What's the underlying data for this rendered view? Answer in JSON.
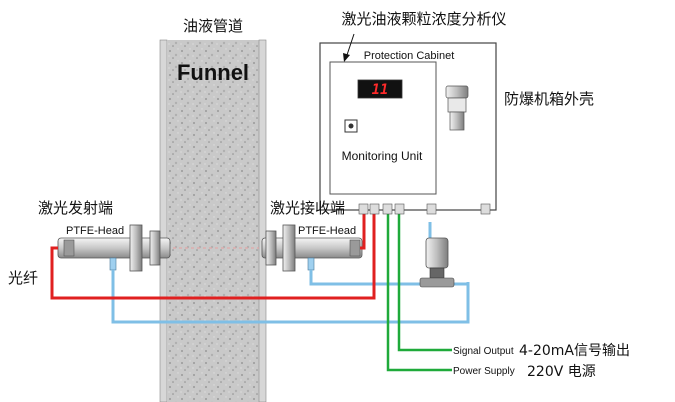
{
  "labels": {
    "pipe_title": "油液管道",
    "analyzer_title": "激光油液颗粒浓度分析仪",
    "funnel": "Funnel",
    "cabinet": "Protection Cabinet",
    "display": "11",
    "monitoring_unit": "Monitoring Unit",
    "housing": "防爆机箱外壳",
    "emitter_end": "激光发射端",
    "receiver_end": "激光接收端",
    "head_left": "PTFE-Head",
    "head_right": "PTFE-Head",
    "fiber": "光纤",
    "signal_output": "Signal Output",
    "signal_output_cn": "4-20mA信号输出",
    "power_supply": "Power Supply",
    "power_supply_cn": "220V 电源"
  },
  "colors": {
    "fiber": "#e02020",
    "air_line": "#7fbfe6",
    "signal_line": "#1faa3a",
    "display_bg": "#111111",
    "display_digits": "#ff2a2a"
  }
}
